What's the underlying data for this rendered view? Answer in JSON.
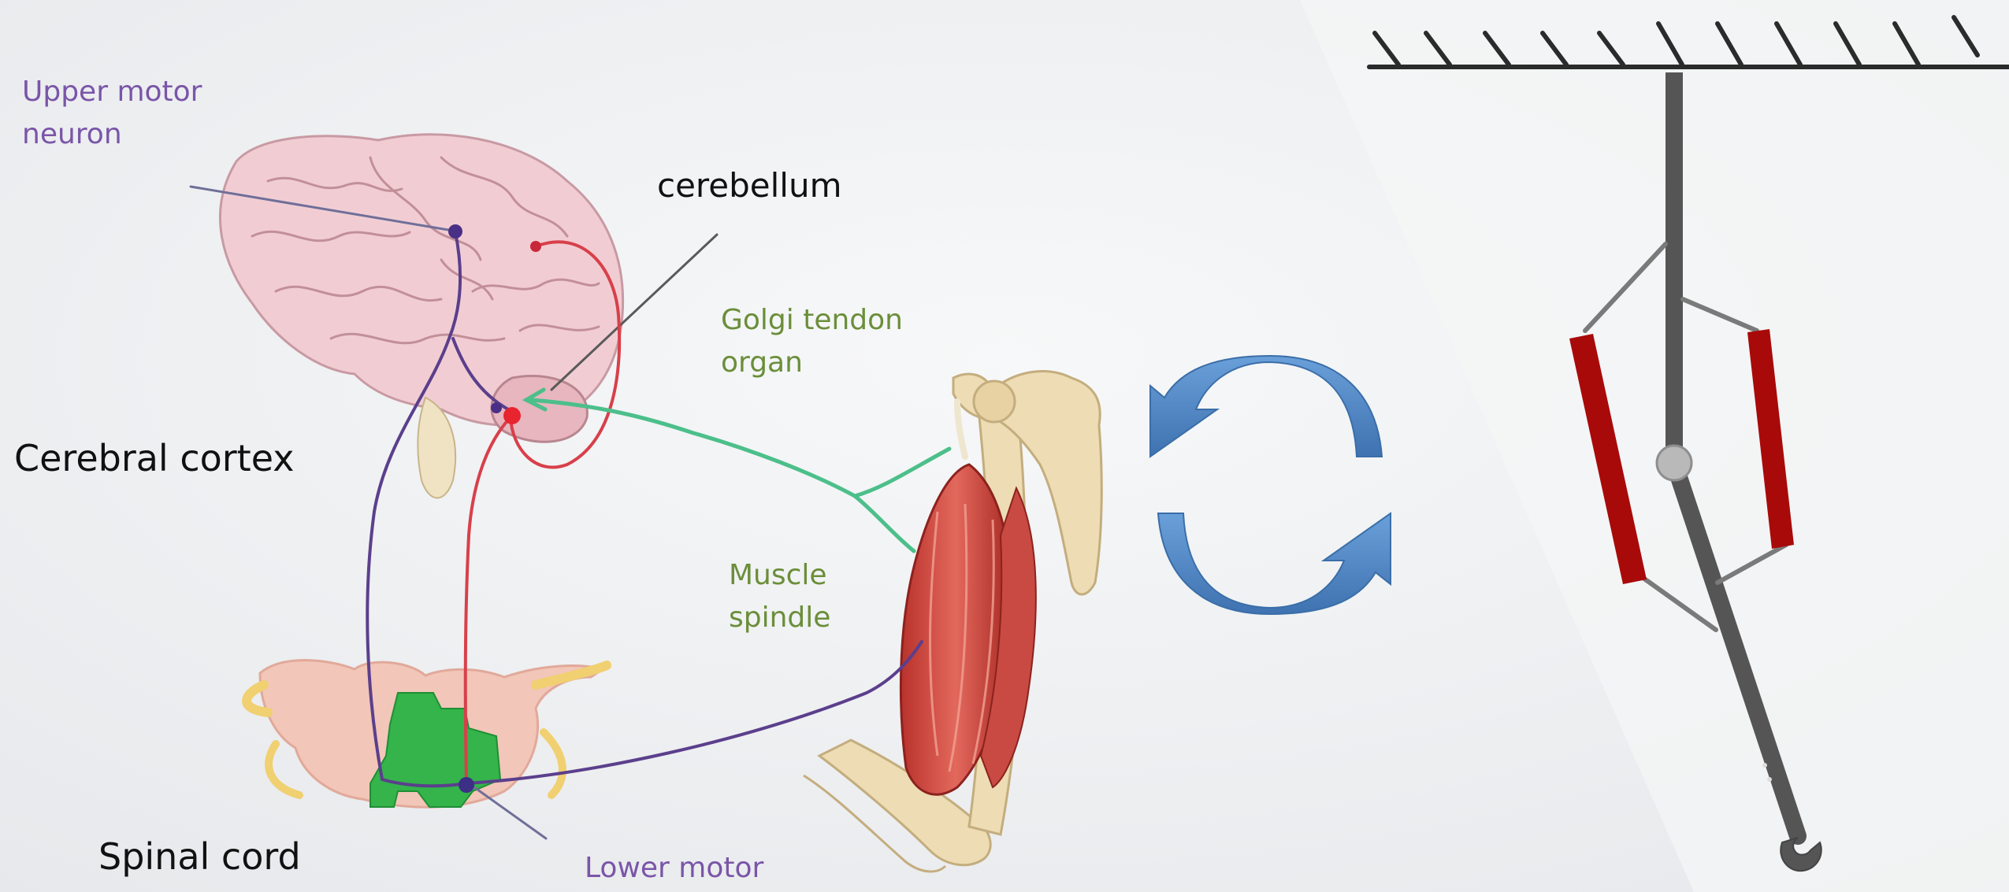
{
  "labels": {
    "upper_motor_neuron_line1": "Upper motor",
    "upper_motor_neuron_line2": "neuron",
    "cerebellum": "cerebellum",
    "golgi_line1": "Golgi tendon",
    "golgi_line2": "organ",
    "cerebral_cortex": "Cerebral cortex",
    "muscle_spindle_line1": "Muscle",
    "muscle_spindle_line2": "spindle",
    "spinal_cord": "Spinal cord",
    "lower_motor": "Lower motor"
  },
  "colors": {
    "background": "#eef0f2",
    "motor_pathway": "#5b3f8c",
    "cerebellar_pathway": "#d8404a",
    "sensory_pathway": "#4cbf8a",
    "purple_label": "#7a55a8",
    "green_label": "#6b8e3a",
    "black_label": "#111111",
    "cycle_arrow": "#4f86c6",
    "pendulum_bar": "#555555",
    "actuator": "#a80a0a",
    "brain": "#f1cdd3",
    "gray_matter": "#34b44a",
    "bone": "#eddcb4",
    "muscle": "#d04a40"
  },
  "icons": {
    "cycle": "circular-arrows-icon",
    "anchor": "hatched-ceiling-icon",
    "end_effector": "wrench-icon"
  }
}
